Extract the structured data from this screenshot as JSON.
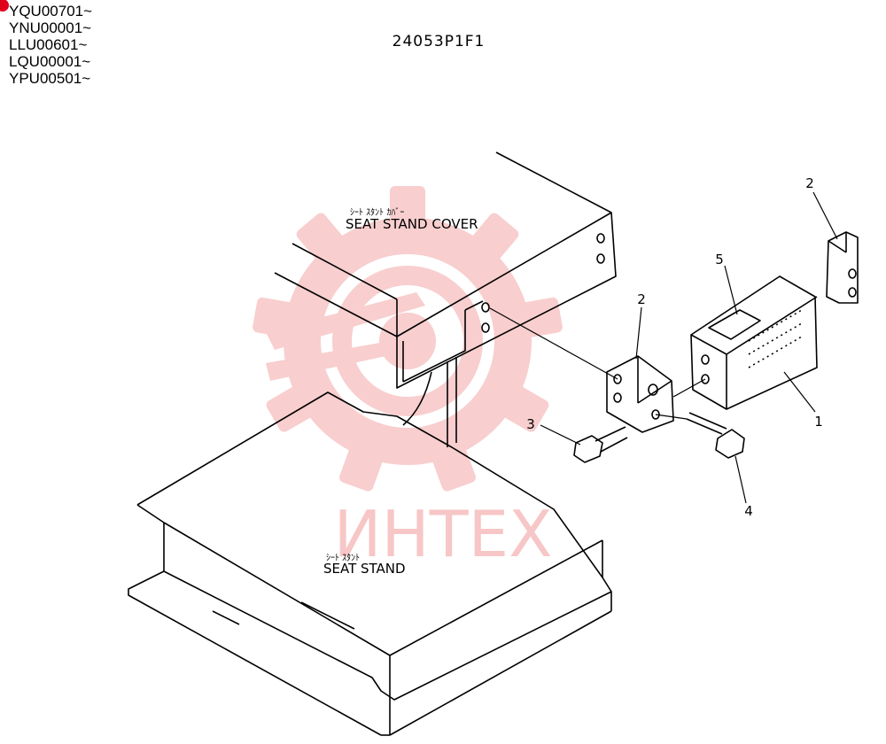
{
  "serial_ranges": [
    "YQU00701~",
    "YNU00001~",
    "LLU00601~",
    "LQU00001~",
    "YPU00501~"
  ],
  "drawing_number": "24053P1F1",
  "watermark": {
    "text": "ИНТЕХ",
    "color": "#f19999"
  },
  "labels": {
    "cover_jp": "ｼｰﾄ ｽﾀﾝﾄ ｶﾊﾞｰ",
    "cover_en": "SEAT STAND COVER",
    "stand_jp": "ｼｰﾄ ｽﾀﾝﾄ",
    "stand_en": "SEAT STAND"
  },
  "callouts": [
    "1",
    "2",
    "2",
    "3",
    "4",
    "5"
  ],
  "marker_color": "#e0001b"
}
